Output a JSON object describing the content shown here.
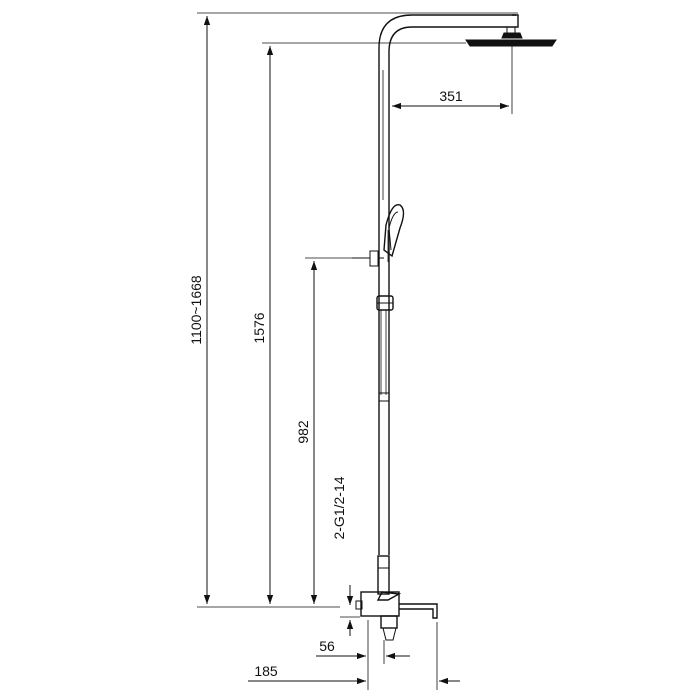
{
  "dimensions": {
    "overall_height": "1100~1668",
    "head_height": "1576",
    "mid_height": "982",
    "arm_reach": "351",
    "connection": "2-G1/2-14",
    "inlet_offset": "56",
    "spout_reach": "185"
  }
}
